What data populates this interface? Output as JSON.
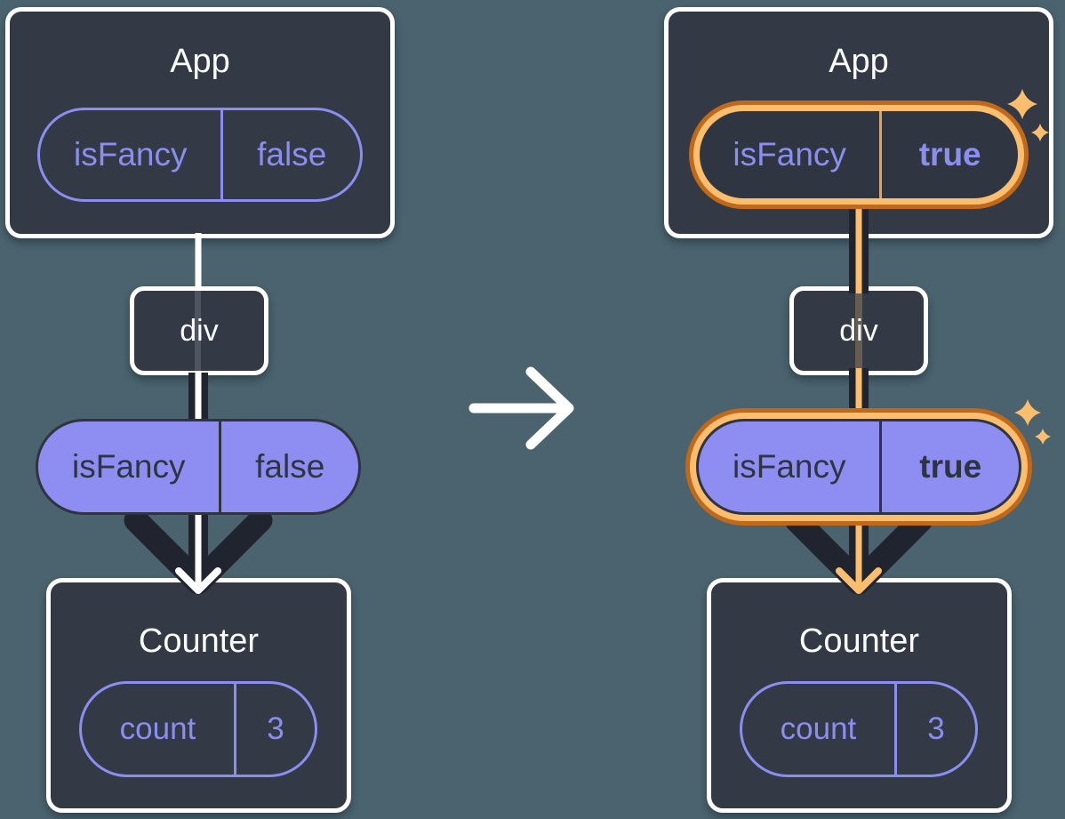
{
  "theme": {
    "background": "#4A636E",
    "box_fill": "#333A46",
    "box_border": "#FFFFFF",
    "purple": "#8A8EF0",
    "purple_fill": "#8D8DF2",
    "dark_text": "#2E3540",
    "arrow_dark": "#20242E",
    "orange_light": "#FABE6E",
    "orange_dark": "#C1691A",
    "orange_divider": "#ECA14E",
    "white_text": "#FAFBFC"
  },
  "icons": {
    "transition": "arrow-right",
    "highlight": "sparkle"
  },
  "left_tree": {
    "app": {
      "title": "App",
      "pill": {
        "name": "isFancy",
        "value": "false"
      }
    },
    "div_node": {
      "label": "div"
    },
    "passed_pill": {
      "name": "isFancy",
      "value": "false"
    },
    "counter": {
      "title": "Counter",
      "pill": {
        "name": "count",
        "value": "3"
      }
    }
  },
  "right_tree": {
    "app": {
      "title": "App",
      "pill": {
        "name": "isFancy",
        "value": "true"
      }
    },
    "div_node": {
      "label": "div"
    },
    "passed_pill": {
      "name": "isFancy",
      "value": "true"
    },
    "counter": {
      "title": "Counter",
      "pill": {
        "name": "count",
        "value": "3"
      }
    }
  }
}
